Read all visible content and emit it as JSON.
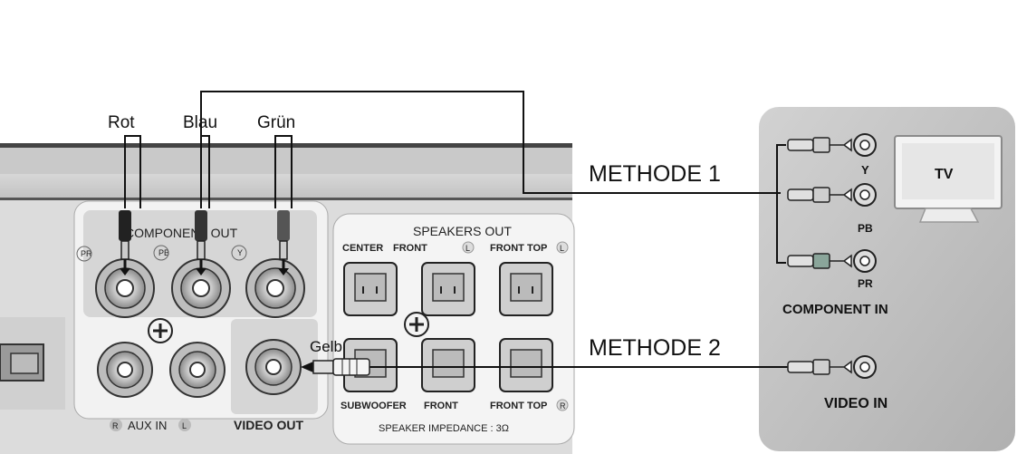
{
  "cable_labels": {
    "red": "Rot",
    "blue": "Blau",
    "green": "Grün",
    "yellow": "Gelb"
  },
  "methods": {
    "method1": "METHODE 1",
    "method2": "METHODE 2"
  },
  "receiver": {
    "component_out": "COMPONENT OUT",
    "jack_pr": "PR",
    "jack_pb": "PB",
    "jack_y": "Y",
    "aux_in": "AUX IN",
    "aux_r": "R",
    "aux_l": "L",
    "video_out": "VIDEO OUT",
    "speakers_out": "SPEAKERS OUT",
    "center": "CENTER",
    "front_l": "FRONT",
    "front_top_l": "FRONT TOP",
    "subwoofer": "SUBWOOFER",
    "front_r": "FRONT",
    "front_top_r": "FRONT TOP",
    "l_mark": "L",
    "r_mark": "R",
    "impedance": "SPEAKER IMPEDANCE : 3Ω"
  },
  "tv": {
    "label": "TV",
    "y": "Y",
    "pb": "PB",
    "pr": "PR",
    "component_in": "COMPONENT IN",
    "video_in": "VIDEO IN"
  },
  "colors": {
    "panel": "#e4e4e4",
    "panel_dark": "#cfcfcf",
    "tv_panel": "#bdbdbd",
    "line": "#111111"
  }
}
